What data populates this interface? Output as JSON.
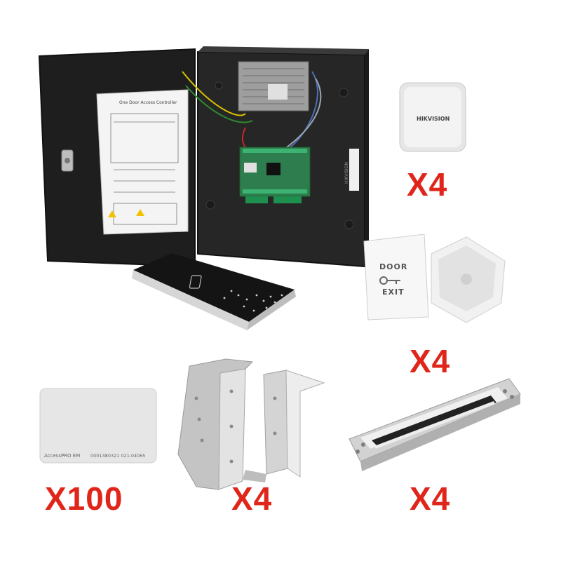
{
  "controller": {
    "diagram_title": "One Door Access Controller",
    "lid_label": "HIKVISION"
  },
  "reader": {
    "brand": "HIKVISION"
  },
  "exit_button": {
    "top_text": "DOOR",
    "bottom_text": "EXIT"
  },
  "card": {
    "brand": "AccessPRO EM",
    "number": "0001380321 021.04065"
  },
  "quantities": {
    "reader": "X4",
    "exit_button": "X4",
    "card": "X100",
    "bracket": "X4",
    "maglock": "X4"
  },
  "colors": {
    "quantity_red": "#e0261b",
    "cabinet": "#222222",
    "pcb": "#2e7d4f"
  }
}
